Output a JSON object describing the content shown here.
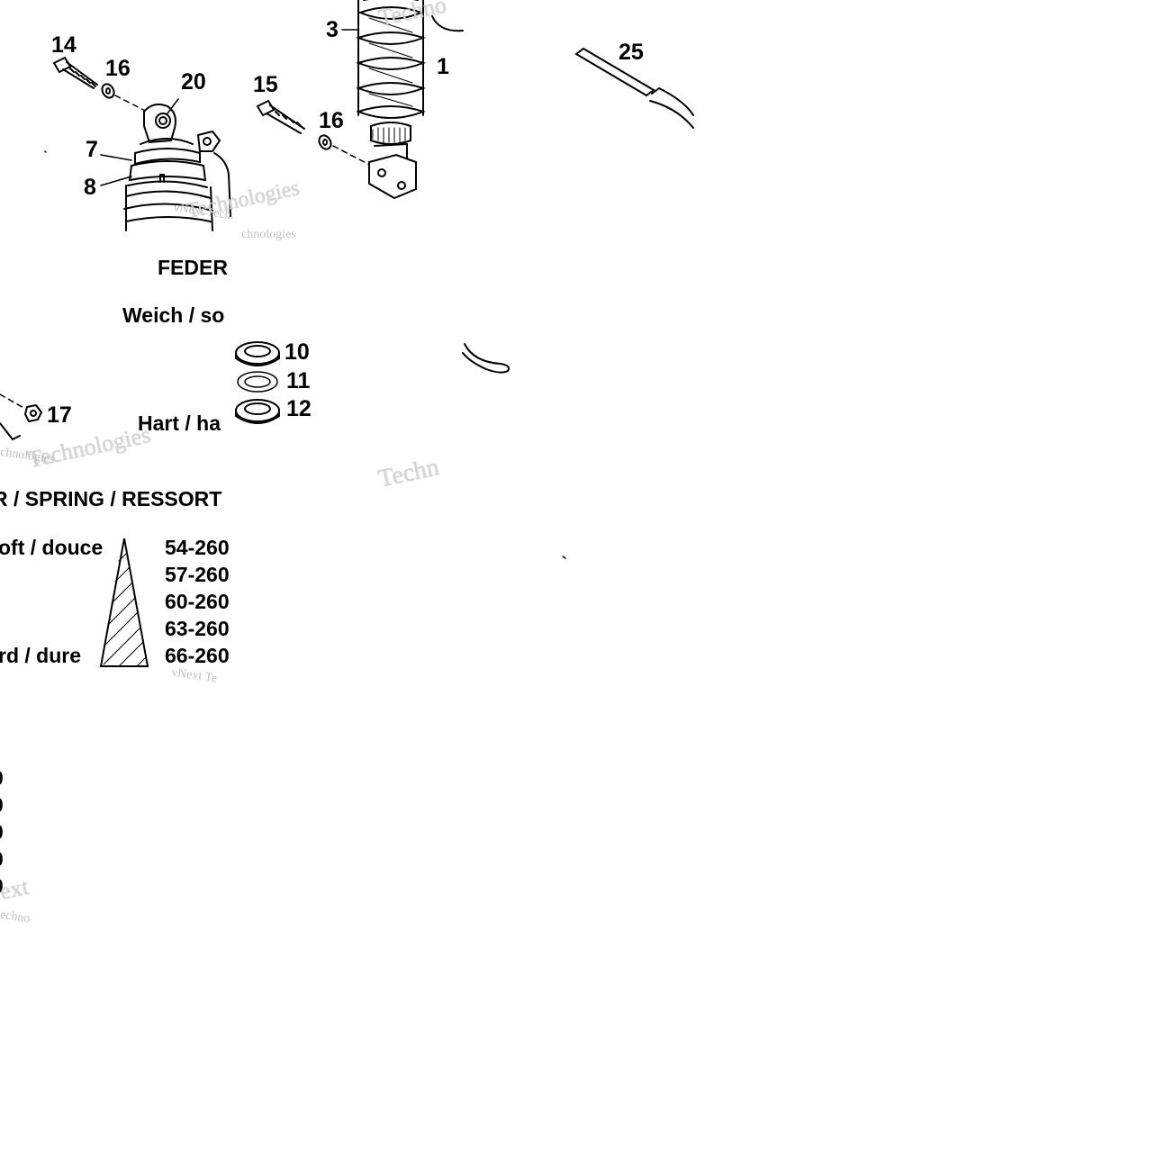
{
  "callouts": {
    "n14": "14",
    "n16a": "16",
    "n20": "20",
    "n15": "15",
    "n16b": "16",
    "n3": "3",
    "n1": "1",
    "n25": "25",
    "n7": "7",
    "n8": "8",
    "n10": "10",
    "n11": "11",
    "n12": "12",
    "n17": "17"
  },
  "table": {
    "feder": "FEDER",
    "weich": "Weich / so",
    "hart": "Hart / ha",
    "header": "R / SPRING / RESSORT",
    "soft": "oft / douce",
    "hard": "rd / dure",
    "rates": [
      "54-260",
      "57-260",
      "60-260",
      "63-260",
      "66-260"
    ],
    "edge_digits": [
      "0",
      "0",
      "0",
      "0",
      "0"
    ],
    "edge_dash": "-"
  },
  "watermarks": {
    "small": "vNext Technologies",
    "frag_a": "Technologies",
    "frag_b": "chnologies",
    "frag_c": "Techn",
    "frag_d": "Techno",
    "frag_e": "vNext Te",
    "frag_f": "Technologies",
    "frag_g": "ext",
    "frag_h": "echno"
  },
  "colors": {
    "ink": "#000000",
    "paper": "#ffffff",
    "watermark": "#b9b9b9"
  }
}
